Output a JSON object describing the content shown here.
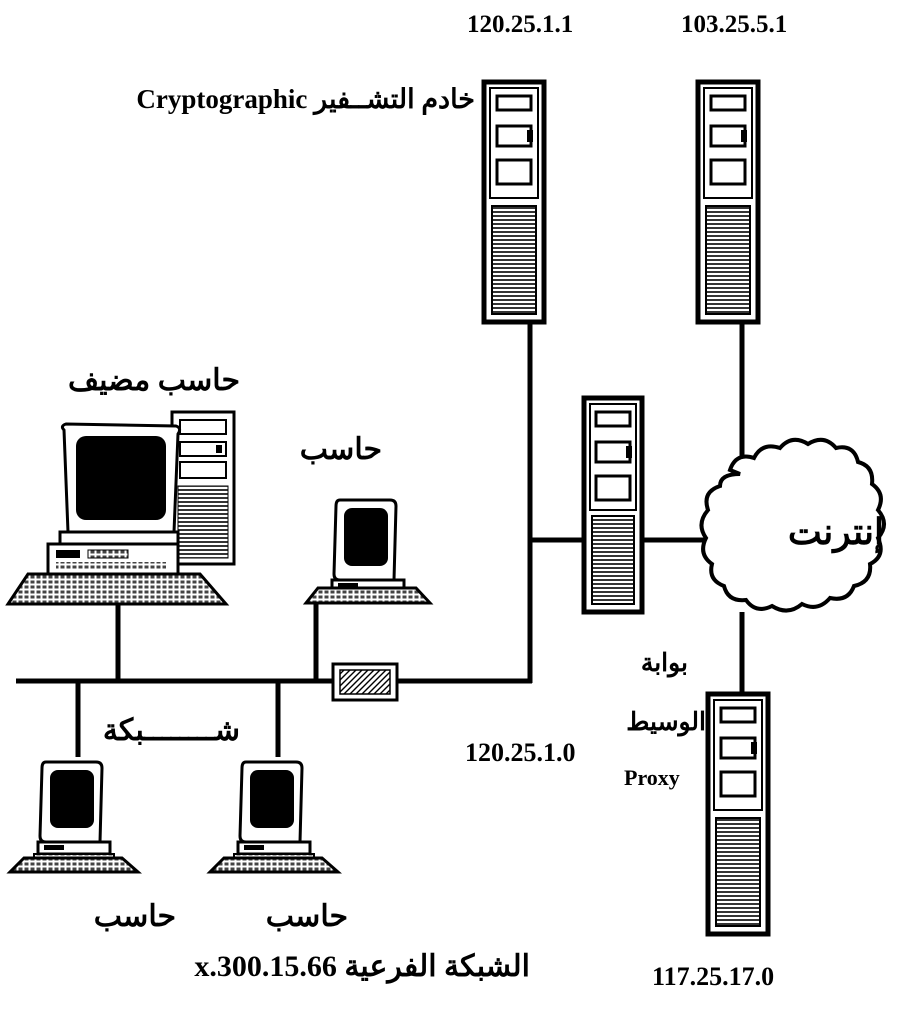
{
  "labels": {
    "ip_crypto_server": "120.25.1.1",
    "ip_internet_server": "103.25.5.1",
    "crypto_server": "خادم التشــفير Cryptographic",
    "host_computer": "حاسب مضيف",
    "computer_mid": "حاسب",
    "internet": "إنترنت",
    "gateway_line1": "بوابة",
    "gateway_line2": "الوسيط",
    "gateway_line3": "Proxy",
    "ip_lan": "120.25.1.0",
    "network": "شــــــــبكة",
    "computer_bottom_left": "حاسب",
    "computer_bottom_right": "حاسب",
    "subnet": "الشبكة الفرعية 300.15.66.x",
    "ip_proxy_server": "117.25.17.0"
  },
  "colors": {
    "stroke": "#000000",
    "background": "#ffffff",
    "screen": "#000000"
  }
}
